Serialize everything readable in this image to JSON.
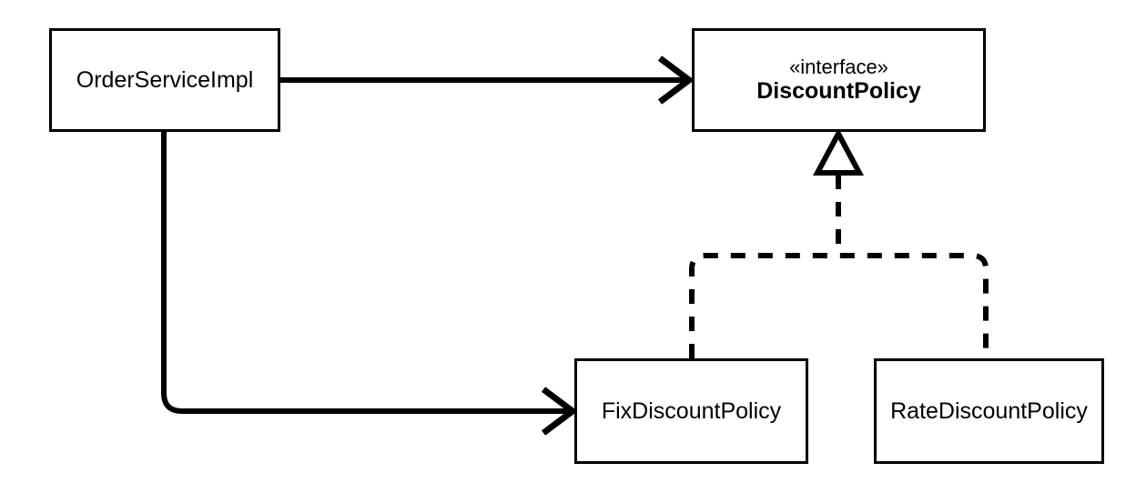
{
  "diagram": {
    "type": "uml-class-diagram",
    "background_color": "#ffffff",
    "line_color": "#000000",
    "classes": [
      {
        "id": "orderserviceimpl",
        "name": "OrderServiceImpl",
        "stereotype": "",
        "bold": false
      },
      {
        "id": "discountpolicy",
        "name": "DiscountPolicy",
        "stereotype": "«interface»",
        "bold": true
      },
      {
        "id": "fixdiscountpolicy",
        "name": "FixDiscountPolicy",
        "stereotype": "",
        "bold": false
      },
      {
        "id": "ratediscountpolicy",
        "name": "RateDiscountPolicy",
        "stereotype": "",
        "bold": false
      }
    ],
    "relations": [
      {
        "id": "assoc-order-to-discountpolicy",
        "kind": "association",
        "line_style": "solid",
        "arrowhead": "open",
        "from": "OrderServiceImpl",
        "to": "DiscountPolicy"
      },
      {
        "id": "assoc-order-to-fixdiscountpolicy",
        "kind": "association",
        "line_style": "solid",
        "arrowhead": "open",
        "from": "OrderServiceImpl",
        "to": "FixDiscountPolicy"
      },
      {
        "id": "realize-fix-to-discountpolicy",
        "kind": "realization",
        "line_style": "dashed",
        "arrowhead": "hollow-triangle",
        "from": "FixDiscountPolicy",
        "to": "DiscountPolicy"
      },
      {
        "id": "realize-rate-to-discountpolicy",
        "kind": "realization",
        "line_style": "dashed",
        "arrowhead": "hollow-triangle",
        "from": "RateDiscountPolicy",
        "to": "DiscountPolicy"
      }
    ]
  }
}
